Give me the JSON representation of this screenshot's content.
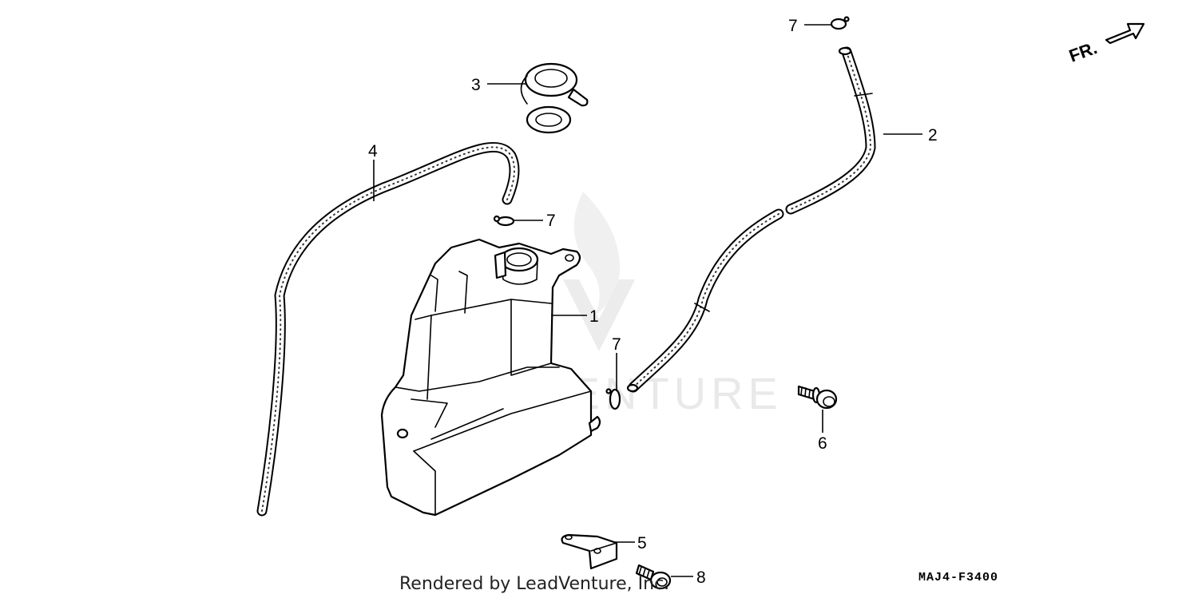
{
  "diagram": {
    "callouts": [
      {
        "id": "c7a",
        "label": "7"
      },
      {
        "id": "c3",
        "label": "3"
      },
      {
        "id": "c2",
        "label": "2"
      },
      {
        "id": "c4",
        "label": "4"
      },
      {
        "id": "c7b",
        "label": "7"
      },
      {
        "id": "c1",
        "label": "1"
      },
      {
        "id": "c7c",
        "label": "7"
      },
      {
        "id": "c6",
        "label": "6"
      },
      {
        "id": "c5",
        "label": "5"
      },
      {
        "id": "c8",
        "label": "8"
      }
    ],
    "direction_label": "FR.",
    "watermark_text": "LEADVENTURE",
    "credit": "Rendered by LeadVenture, Inc.",
    "diagram_code": "MAJ4-F3400"
  }
}
